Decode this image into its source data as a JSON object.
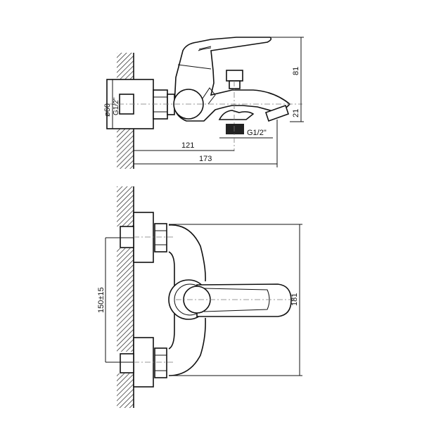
{
  "side_view": {
    "dim_wall_to_outlet": "121",
    "dim_wall_to_spout": "173",
    "dim_height_above_axis": "81",
    "dim_spout_below_axis": "21",
    "flange_diameter": "ø60",
    "inlet_thread": "G1/2\"",
    "outlet_thread": "G1/2\""
  },
  "front_view": {
    "dim_inlet_spacing": "150±15",
    "dim_total_height": "181"
  },
  "colors": {
    "line": "#111111",
    "background": "#ffffff"
  }
}
